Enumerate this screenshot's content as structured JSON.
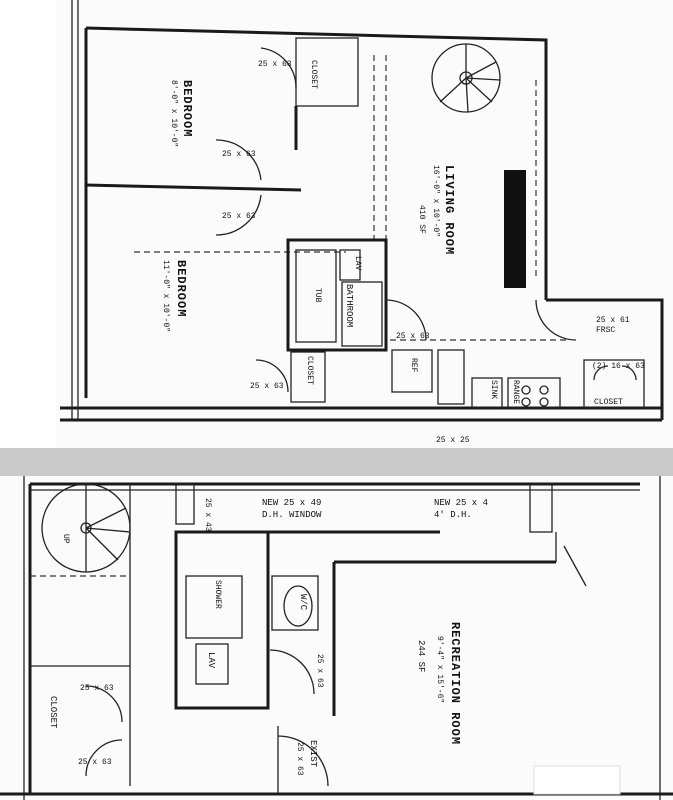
{
  "top_plan": {
    "closet_top": {
      "label": "CLOSET",
      "size": "25 x 63"
    },
    "bedroom_1": {
      "label": "BEDROOM",
      "dims": "8'-0\" x 10'-0\"",
      "extra": "8' x 10'"
    },
    "bedroom_2": {
      "label": "BEDROOM",
      "dims": "11'-0\" x 10'-0\""
    },
    "living_room": {
      "label": "LIVING ROOM",
      "dims": "16'-0\" x 10'-0\"",
      "area": "410 SF"
    },
    "bathroom": {
      "label": "BATHROOM",
      "tub": "TUB",
      "lav": "LAV"
    },
    "door_bed1": "25 x 63",
    "door_bed2": "25 x 63",
    "door_bath": "25 x 63",
    "closet_small": {
      "label": "CLOSET",
      "size": "25 x 63"
    },
    "ref": "REF",
    "range": "RANGE",
    "sink": "SINK",
    "closet_right": {
      "label": "CLOSET",
      "size": "(2) 16 x 63"
    },
    "fresc": {
      "size": "25 x 61",
      "label": "FRSC"
    },
    "bottom_dim": "25 x 25"
  },
  "bottom_plan": {
    "window_left": "25 x 43",
    "window_new_1": {
      "line1": "NEW 25 x 49",
      "line2": "D.H. WINDOW"
    },
    "window_new_2": {
      "line1": "NEW 25 x 4",
      "line2": "4' D.H."
    },
    "stair_up": "UP",
    "shower": "SHOWER",
    "wc": "W/C",
    "lav": "LAV",
    "door_bath": "25 x 63",
    "closet": {
      "label": "CLOSET",
      "size": "25 x 63"
    },
    "door_bottom": "25 x 63",
    "rec_room": {
      "label": "RECREATION ROOM",
      "dims": "9'-4\" x 15'-6\"",
      "area": "244 SF"
    },
    "exist": {
      "label": "EXIST",
      "size": "25 x 63"
    }
  }
}
